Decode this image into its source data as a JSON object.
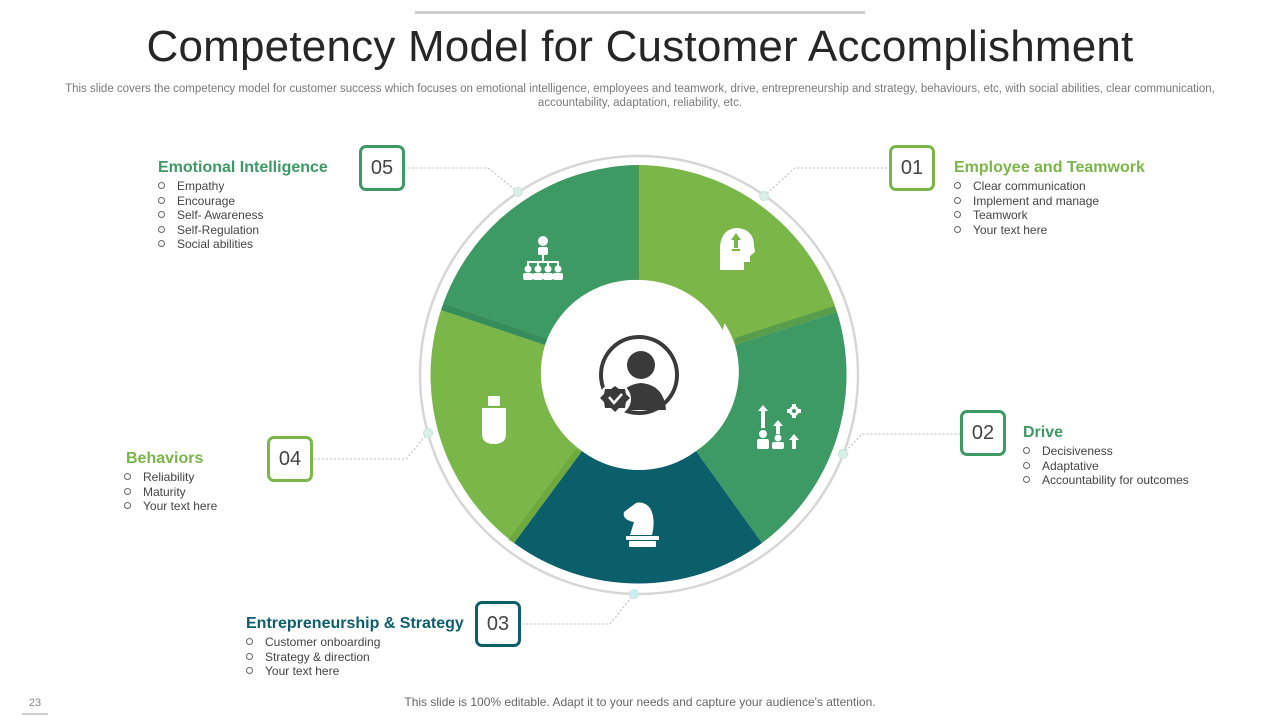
{
  "title": "Competency Model for Customer Accomplishment",
  "subtitle": "This slide covers the competency model for customer success which focuses on emotional intelligence, employees and teamwork, drive, entrepreneurship and strategy, behaviours, etc, with social abilities, clear communication, accountability, adaptation, reliability, etc.",
  "colors": {
    "light_green": "#7ab648",
    "mid_green": "#3d9a64",
    "dark_teal": "#0b5f6b"
  },
  "sections": [
    {
      "number": "01",
      "title": "Employee and Teamwork",
      "items": [
        "Clear communication",
        "Implement and manage",
        "Teamwork",
        "Your text here"
      ],
      "icon": "head-growth-icon"
    },
    {
      "number": "02",
      "title": "Drive",
      "items": [
        "Decisiveness",
        "Adaptative",
        "Accountability for outcomes"
      ],
      "icon": "people-growth-icon"
    },
    {
      "number": "03",
      "title": "Entrepreneurship & Strategy",
      "items": [
        "Customer onboarding",
        "Strategy & direction",
        "Your text here"
      ],
      "icon": "chess-knight-icon"
    },
    {
      "number": "04",
      "title": "Behaviors",
      "items": [
        "Reliability",
        "Maturity",
        "Your text here"
      ],
      "icon": "usb-drive-icon"
    },
    {
      "number": "05",
      "title": "Emotional Intelligence",
      "items": [
        "Empathy",
        "Encourage",
        "Self- Awareness",
        "Self-Regulation",
        "Social abilities"
      ],
      "icon": "org-hierarchy-icon"
    }
  ],
  "center_icon": "verified-user-icon",
  "footer": "This slide is 100% editable. Adapt it to your needs and capture your audience's attention.",
  "page_number": "23"
}
